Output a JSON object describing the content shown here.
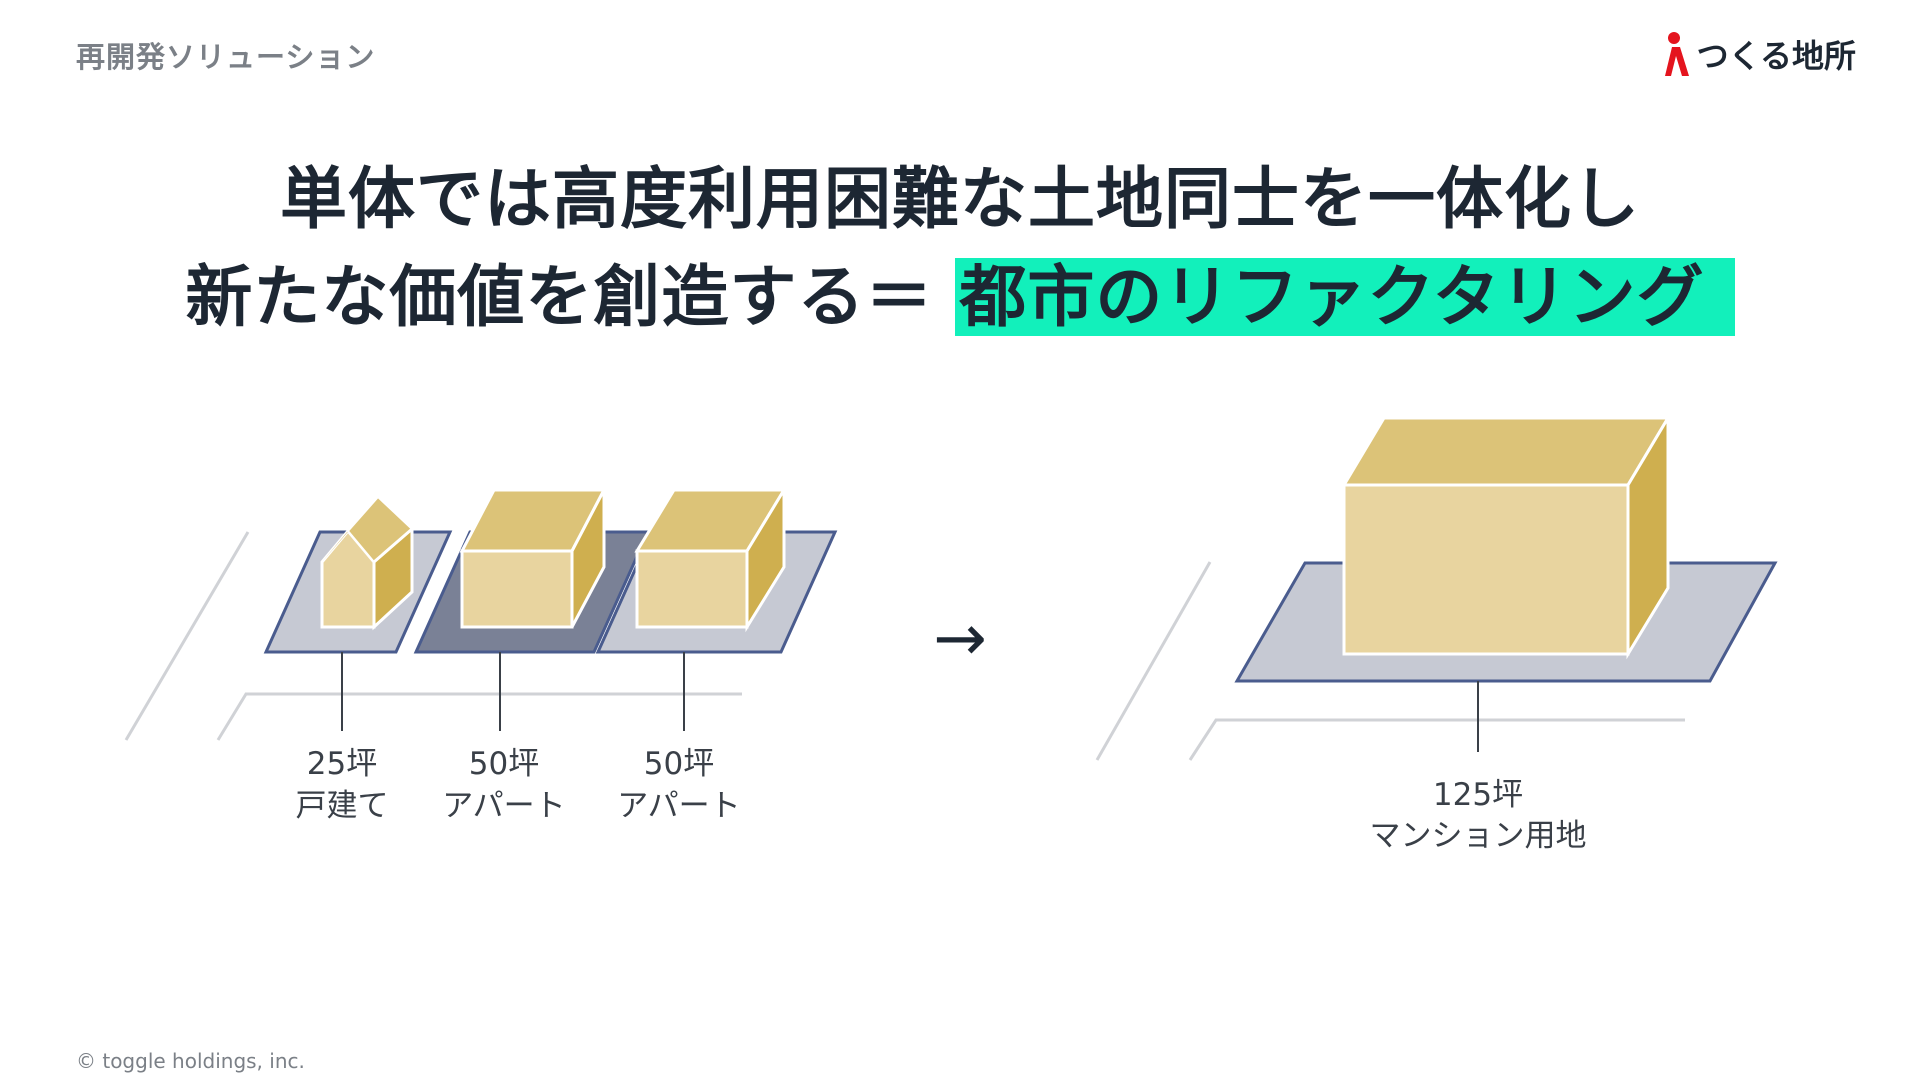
{
  "header": {
    "section_label": "再開発ソリューション",
    "brand_name": "つくる地所"
  },
  "headline": {
    "line1": "単体では高度利用困難な土地同士を一体化し",
    "line2_prefix": "新たな価値を創造する＝",
    "line2_highlight": "都市のリファクタリング"
  },
  "diagram": {
    "before_lots": [
      {
        "size": "25坪",
        "type": "戸建て"
      },
      {
        "size": "50坪",
        "type": "アパート"
      },
      {
        "size": "50坪",
        "type": "アパート"
      }
    ],
    "arrow_symbol": "→",
    "after_lot": {
      "size": "125坪",
      "type": "マンション用地"
    }
  },
  "footer": {
    "copyright": "© toggle holdings, inc."
  },
  "colors": {
    "accent_highlight": "#12f0bb",
    "brand_red": "#e4141e",
    "lot_fill": "#c6c9d3",
    "lot_fill_dark": "#7a8196",
    "lot_outline": "#4a5c8e",
    "building_front": "#e8d49f",
    "building_top": "#dcc378",
    "building_side": "#cfaf4f"
  }
}
